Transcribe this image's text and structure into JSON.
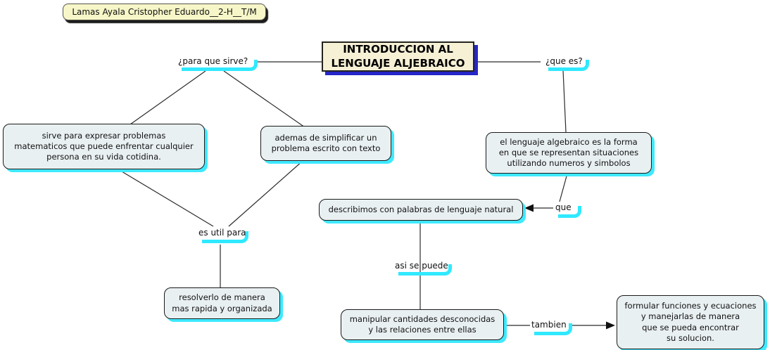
{
  "name_tag": {
    "text": "Lamas Ayala Cristopher Eduardo__2-H__T/M"
  },
  "title": "INTRODUCCION AL\nLENGUAJE ALJEBRAICO",
  "links": {
    "para_que_sirve": "¿para que sirve?",
    "que_es": "¿que es?",
    "es_util_para": "es util para",
    "que": "que",
    "asi_se_puede": "asi se puede",
    "tambien": "tambien"
  },
  "concepts": {
    "expresar": "sirve para expresar problemas\nmatematicos que puede enfrentar cualquier\npersona en su vida cotidina.",
    "simplificar": "ademas de simplificar un\nproblema escrito con texto",
    "definicion": "el lenguaje algebraico es la forma\nen que se representan situaciones\nutilizando numeros y simbolos",
    "describimos": "describimos con palabras de lenguaje natural",
    "resolverlo": "resolverlo de manera\nmas rapida y organizada",
    "manipular": "manipular cantidades desconocidas\ny las relaciones entre ellas",
    "formular": "formular funciones y ecuaciones\ny manejarlas de manera\nque se pueda encontrar\nsu solucion."
  },
  "colors": {
    "concept_fill": "#e9f0f2",
    "concept_shadow_cyan": "#3ee9ff",
    "label_underline_cyan": "#2fe9ff",
    "title_fill": "#f6f0d5",
    "title_shadow_blue": "#2626c9",
    "name_tag_fill": "#f6f6c8",
    "name_tag_shadow": "#1c1c1c",
    "connector_line": "#2b2b2b"
  }
}
